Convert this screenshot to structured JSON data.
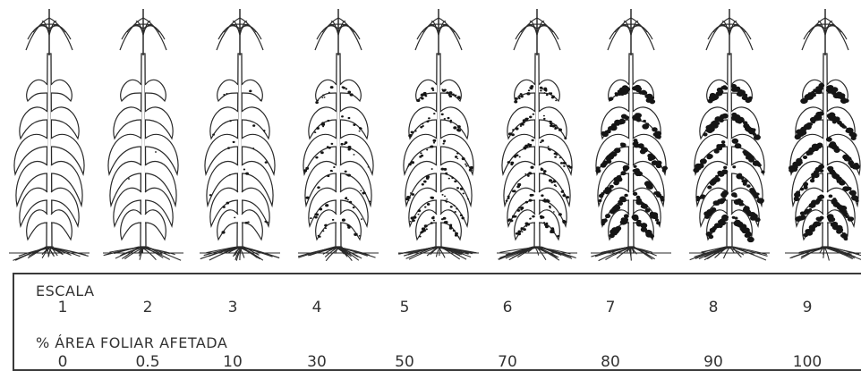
{
  "scale": {
    "escala_label": "ESCALA",
    "area_label": "% ÁREA FOLIAR AFETADA",
    "levels": [
      "1",
      "2",
      "3",
      "4",
      "5",
      "6",
      "7",
      "8",
      "9"
    ],
    "percent": [
      "0",
      "0.5",
      "10",
      "30",
      "50",
      "70",
      "80",
      "90",
      "100"
    ]
  },
  "plants": [
    {
      "severity": 0
    },
    {
      "severity": 0.005
    },
    {
      "severity": 0.1
    },
    {
      "severity": 0.3
    },
    {
      "severity": 0.5
    },
    {
      "severity": 0.7
    },
    {
      "severity": 0.8
    },
    {
      "severity": 0.9
    },
    {
      "severity": 1.0
    }
  ],
  "colors": {
    "ink": "#2a2a2a",
    "paper": "#ffffff",
    "lesion": "#151515"
  }
}
